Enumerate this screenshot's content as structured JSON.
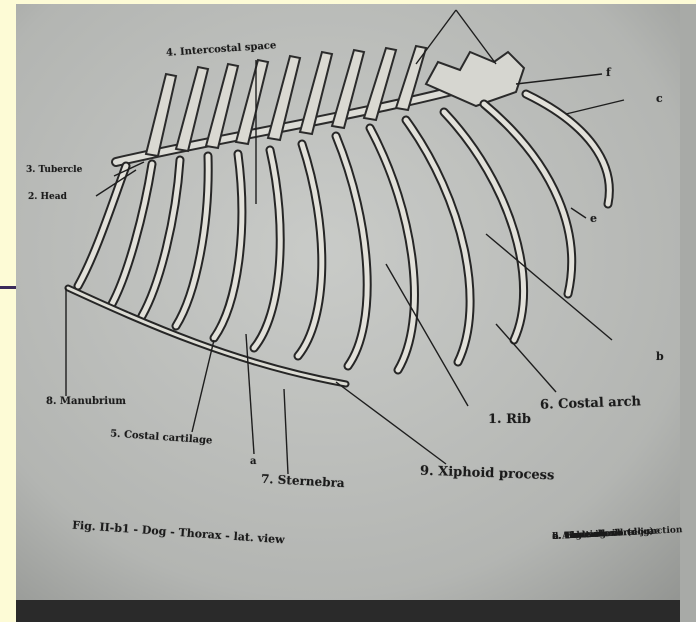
{
  "labels": {
    "intercostal_space": "4. Intercostal space",
    "tubercle": "3. Tubercle",
    "head": "2. Head",
    "manubrium": "8. Manubrium",
    "costal_cartilage": "5. Costal cartilage",
    "a": "a",
    "sternebra": "7. Sternebra",
    "xiphoid": "9. Xiphoid process",
    "rib": "1. Rib",
    "costal_arch": "6. Costal arch",
    "f": "f",
    "c": "c",
    "e": "e",
    "b": "b"
  },
  "caption": "Fig. II-b1 - Dog - Thorax - lat. view",
  "legend": [
    "a. True rib",
    "b. False rib",
    "c. Floating rib (dog)",
    "d. Thoracic vertebrae",
    "e. Costochondral junction",
    "f. Angle of rib"
  ],
  "colors": {
    "slide_background": "#fdfbd6",
    "page": "#b9bcbb",
    "ink": "#1b1b1b",
    "accent_rule": "#3a2a5a"
  }
}
